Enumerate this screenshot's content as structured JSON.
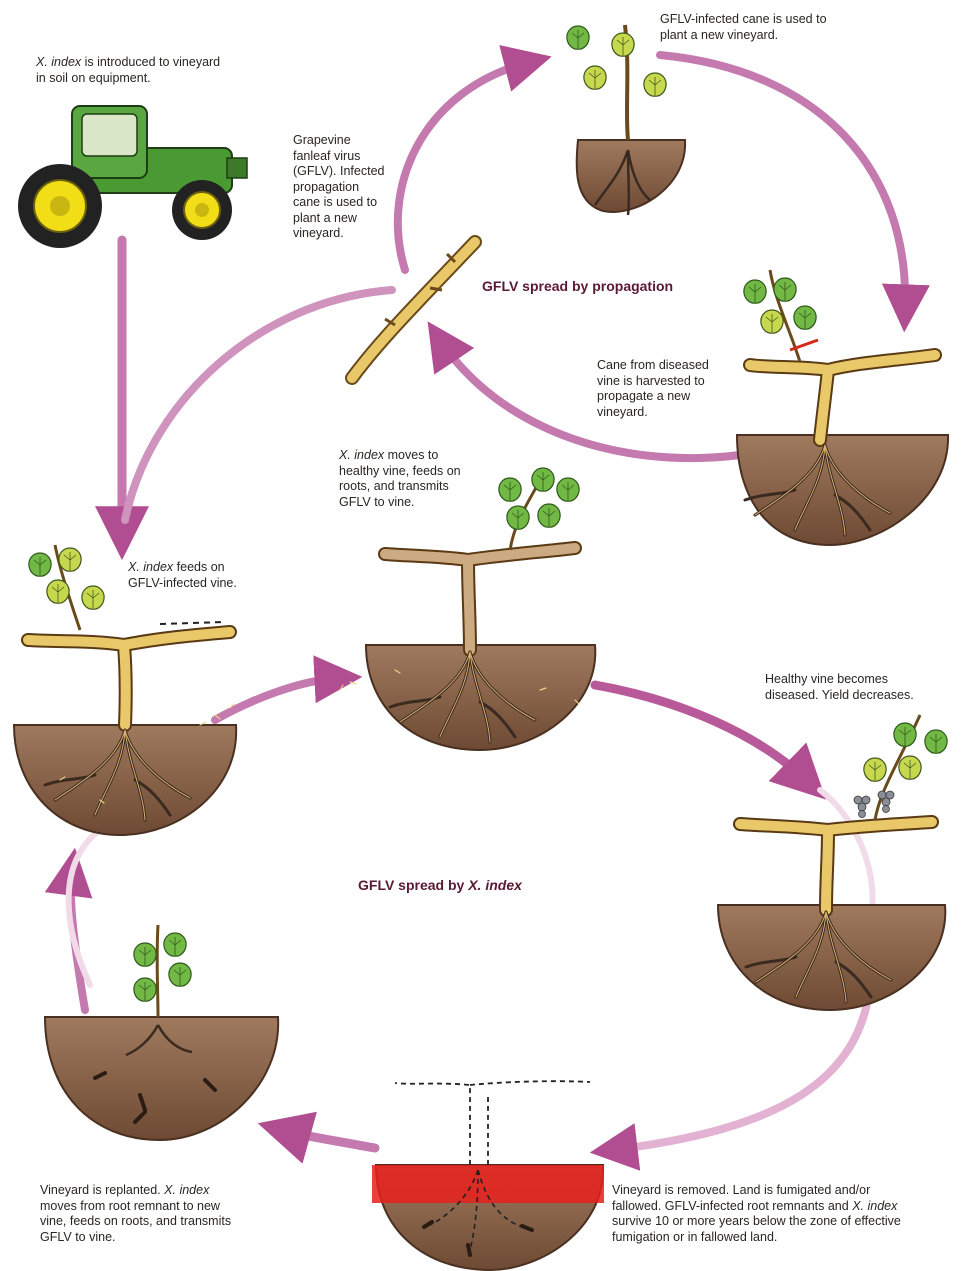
{
  "titles": {
    "propagation": "GFLV spread by propagation",
    "xindex_prefix": "GFLV spread by ",
    "xindex_italic": "X. index"
  },
  "labels": {
    "tractor_italic": "X. index",
    "tractor_rest": " is introduced to vineyard\nin soil on equipment.",
    "cane": "Grapevine\nfanleaf virus\n(GFLV). Infected\npropagation\ncane is used to\nplant a new\nvineyard.",
    "top": "GFLV-infected cane is used to\nplant a new vineyard.",
    "harvest": "Cane from diseased\nvine is harvested to\npropagate a new\nvineyard.",
    "moves_italic": "X. index",
    "moves_rest": " moves to\nhealthy vine, feeds on\nroots, and transmits\nGFLV to vine.",
    "feeds_italic": "X. index",
    "feeds_rest": " feeds on\nGFLV-infected vine.",
    "healthy": "Healthy vine becomes\ndiseased. Yield decreases.",
    "replant_a": "Vineyard is replanted. ",
    "replant_italic": "X. index",
    "replant_b": "\nmoves from root remnant to new\nvine, feeds on roots, and transmits\nGFLV to vine.",
    "removed_a": "Vineyard is removed. Land is fumigated and/or\nfallowed. GFLV-infected root remnants and ",
    "removed_italic": "X. index",
    "removed_b": "\nsurvive 10 or more years below the zone of effective\nfumigation or in fallowed land."
  },
  "colors": {
    "arrow": "#b85a9a",
    "arrow_light": "#ecc6dc",
    "soil": "#8a6248",
    "vine": "#e9cc6a",
    "leaf": "#6db43e",
    "tractor": "#3f8f2c",
    "fumigation": "#e8201c"
  }
}
